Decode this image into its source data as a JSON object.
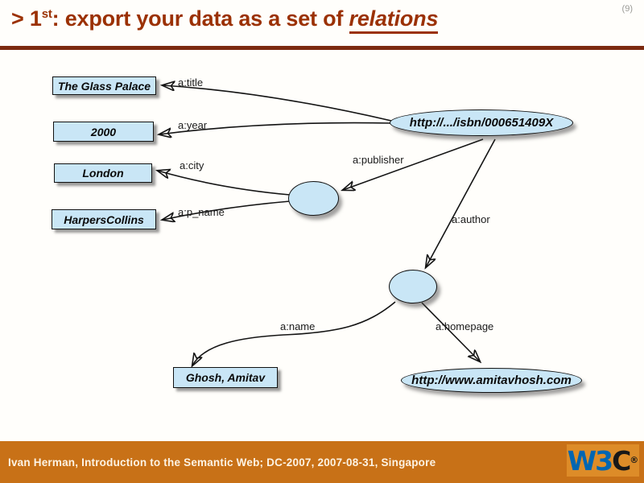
{
  "page_number": "(9)",
  "header": {
    "prefix": "> 1",
    "superscript": "st",
    "rest": ": export your data as a set of ",
    "emphasis": "relations"
  },
  "diagram": {
    "boxes": [
      "The Glass Palace",
      "2000",
      "London",
      "HarpersCollins",
      "Ghosh, Amitav"
    ],
    "uri_nodes": {
      "isbn": "http://.../isbn/000651409X",
      "homepage": "http://www.amitavhosh.com"
    },
    "blank_nodes": [
      "publisher-bnode",
      "author-bnode"
    ],
    "edges": [
      "a:title",
      "a:year",
      "a:city",
      "a:p_name",
      "a:publisher",
      "a:author",
      "a:name",
      "a:homepage"
    ]
  },
  "footer": {
    "text": "Ivan Herman, Introduction to the Semantic Web; DC-2007, 2007-08-31, Singapore",
    "logo_w3": "W3",
    "logo_c": "C",
    "logo_reg": "®"
  },
  "colors": {
    "title_text": "#9b3104",
    "divider": "#7c2a10",
    "node_fill": "#c9e6f6",
    "node_border": "#111111",
    "footer_bg": "#c87117",
    "logo_bg": "#dd8c28",
    "logo_blue": "#0066b2",
    "page_number": "#9a9a96"
  }
}
